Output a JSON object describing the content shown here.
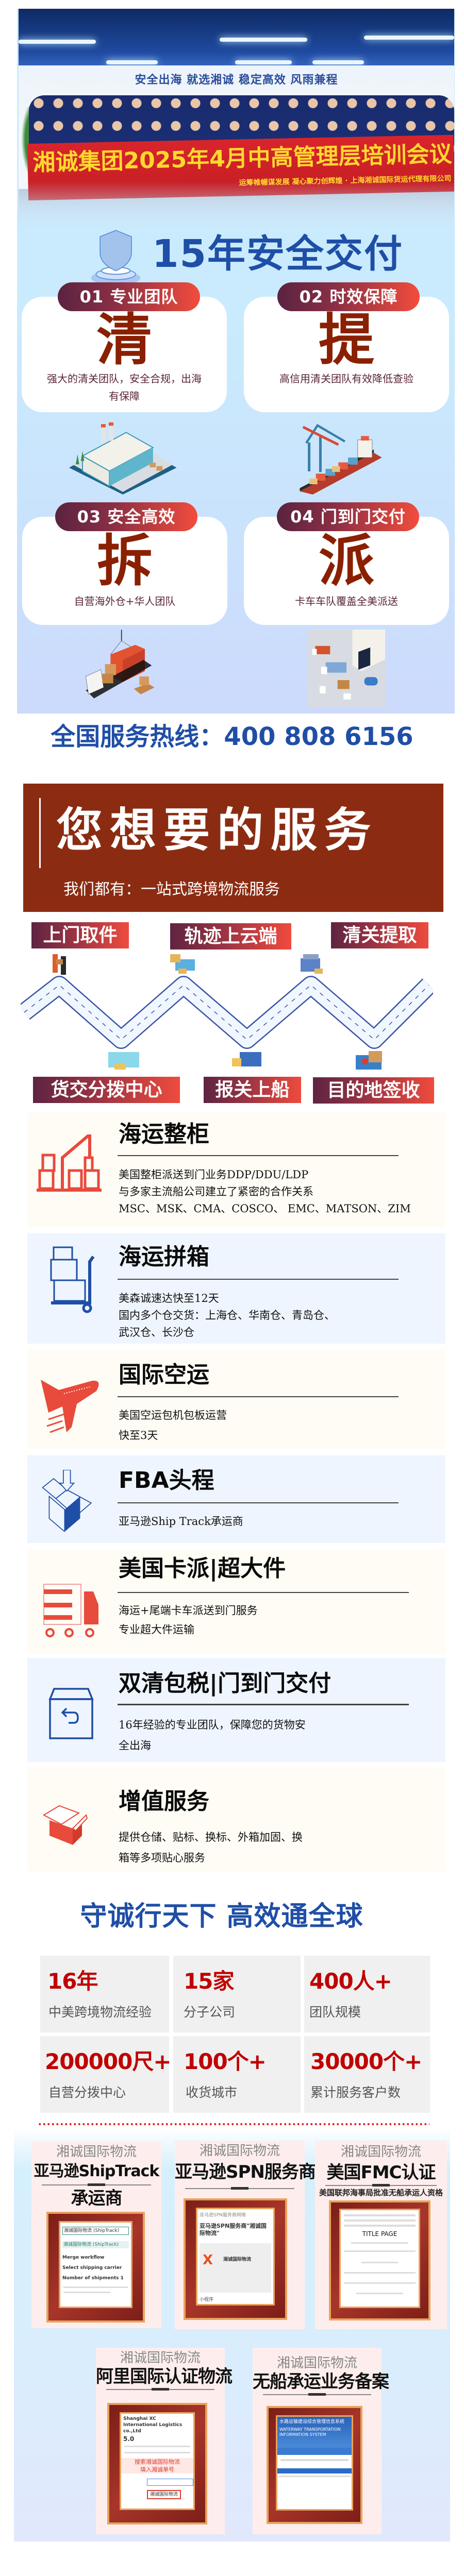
{
  "hero": {
    "wall_slogan": "安全出海  就选湘诚  稳定高效  风雨兼程",
    "banner_title": "湘诚集团2025年4月中高管理层培训会议",
    "banner_subtitle": "运筹帷幄谋发展  凝心聚力创辉煌 · 上海湘诚国际货运代理有限公司"
  },
  "safety": {
    "title": "15年安全交付",
    "cards": [
      {
        "tag": "01 专业团队",
        "char": "清",
        "desc": "强大的清关团队，安全合规，出海有保障"
      },
      {
        "tag": "02 时效保障",
        "char": "提",
        "desc": "高信用清关团队有效降低查验"
      },
      {
        "tag": "03 安全高效",
        "char": "拆",
        "desc": "自营海外仓+华人团队"
      },
      {
        "tag": "04 门到门交付",
        "char": "派",
        "desc": "卡车车队覆盖全美派送"
      }
    ]
  },
  "hotline": {
    "label": "全国服务热线：",
    "number": "400 808 6156"
  },
  "services_banner": {
    "title": "您想要的服务",
    "subtitle": "我们都有：一站式跨境物流服务"
  },
  "process": {
    "top": [
      "上门取件",
      "轨迹上云端",
      "清关提取"
    ],
    "bottom": [
      "货交分拨中心",
      "报关上船",
      "目的地签收"
    ]
  },
  "services": [
    {
      "title": "海运整柜",
      "icon": "crane-containers-icon",
      "lines": [
        "美国整柜派送到门业务DDP/DDU/LDP",
        "与多家主流船公司建立了紧密的合作关系",
        "MSC、MSK、CMA、COSCO、 EMC、MATSON、ZIM"
      ]
    },
    {
      "title": "海运拼箱",
      "icon": "hand-truck-boxes-icon",
      "lines": [
        "美森诚速达快至12天",
        "国内多个仓交货：上海仓、华南仓、青岛仓、",
        "武汉仓、长沙仓"
      ]
    },
    {
      "title": "国际空运",
      "icon": "airplane-icon",
      "lines": [
        "美国空运包机包板运营",
        "快至3天"
      ]
    },
    {
      "title": "FBA头程",
      "icon": "box-arrow-down-icon",
      "lines": [
        "亚马逊Ship Track承运商"
      ]
    },
    {
      "title": "美国卡派|超大件",
      "icon": "truck-icon",
      "lines": [
        "海运+尾端卡车派送到门服务",
        "专业超大件运输"
      ]
    },
    {
      "title": "双清包税|门到门交付",
      "icon": "return-box-icon",
      "lines": [
        "16年经验的专业团队，保障您的货物安",
        "全出海"
      ]
    },
    {
      "title": "增值服务",
      "icon": "open-box-icon",
      "lines": [
        "提供仓储、贴标、换标、外箱加固、换",
        "箱等多项贴心服务"
      ]
    }
  ],
  "slogan": "守诚行天下  高效通全球",
  "stats": [
    {
      "value": "16年",
      "label": "中美跨境物流经验"
    },
    {
      "value": "15家",
      "label": "分子公司"
    },
    {
      "value": "400人+",
      "label": "团队规模"
    },
    {
      "value": "200000尺+",
      "label": "自营分拨中心"
    },
    {
      "value": "100个+",
      "label": "收货城市"
    },
    {
      "value": "30000个+",
      "label": "累计服务客户数"
    }
  ],
  "certs": [
    {
      "brand": "湘诚国际物流",
      "title": "亚马逊ShipTrack",
      "title2": "承运商",
      "screen": [
        "湘诚国际物流 (ShipTrack)",
        "湘诚国际物流 (ShipTrack)",
        "Merge workflow",
        "Select shipping carrier",
        "Number of shipments 1"
      ]
    },
    {
      "brand": "湘诚国际物流",
      "title": "亚马逊SPN服务商",
      "screen": [
        "亚马逊SPN服务商网络",
        "亚马逊SPN服务商\"湘诚国际物流\"",
        "湘诚国际物流",
        "小程序"
      ]
    },
    {
      "brand": "湘诚国际物流",
      "title": "美国FMC认证",
      "subtitle": "美国联邦海事局批准无船承运人资格",
      "screen": [
        "TITLE PAGE"
      ]
    },
    {
      "brand": "湘诚国际物流",
      "title": "阿里国际认证物流",
      "screen": [
        "Shanghai XC International Logistics co.,Ltd",
        "5.0",
        "搜索湘诚国际物流",
        "填入湘诚单号",
        "湘诚国际物流"
      ]
    },
    {
      "brand": "湘诚国际物流",
      "title": "无船承运业务备案",
      "screen": [
        "水路运输建设综合管理信息系统",
        "WATERWAY TRANSPORTATION INFORMATION SYSTEM"
      ]
    }
  ],
  "colors": {
    "brand_blue": "#1f4ea6",
    "brand_brown": "#8b2c12",
    "accent_red": "#e84a3c",
    "stat_red": "#c00000"
  }
}
